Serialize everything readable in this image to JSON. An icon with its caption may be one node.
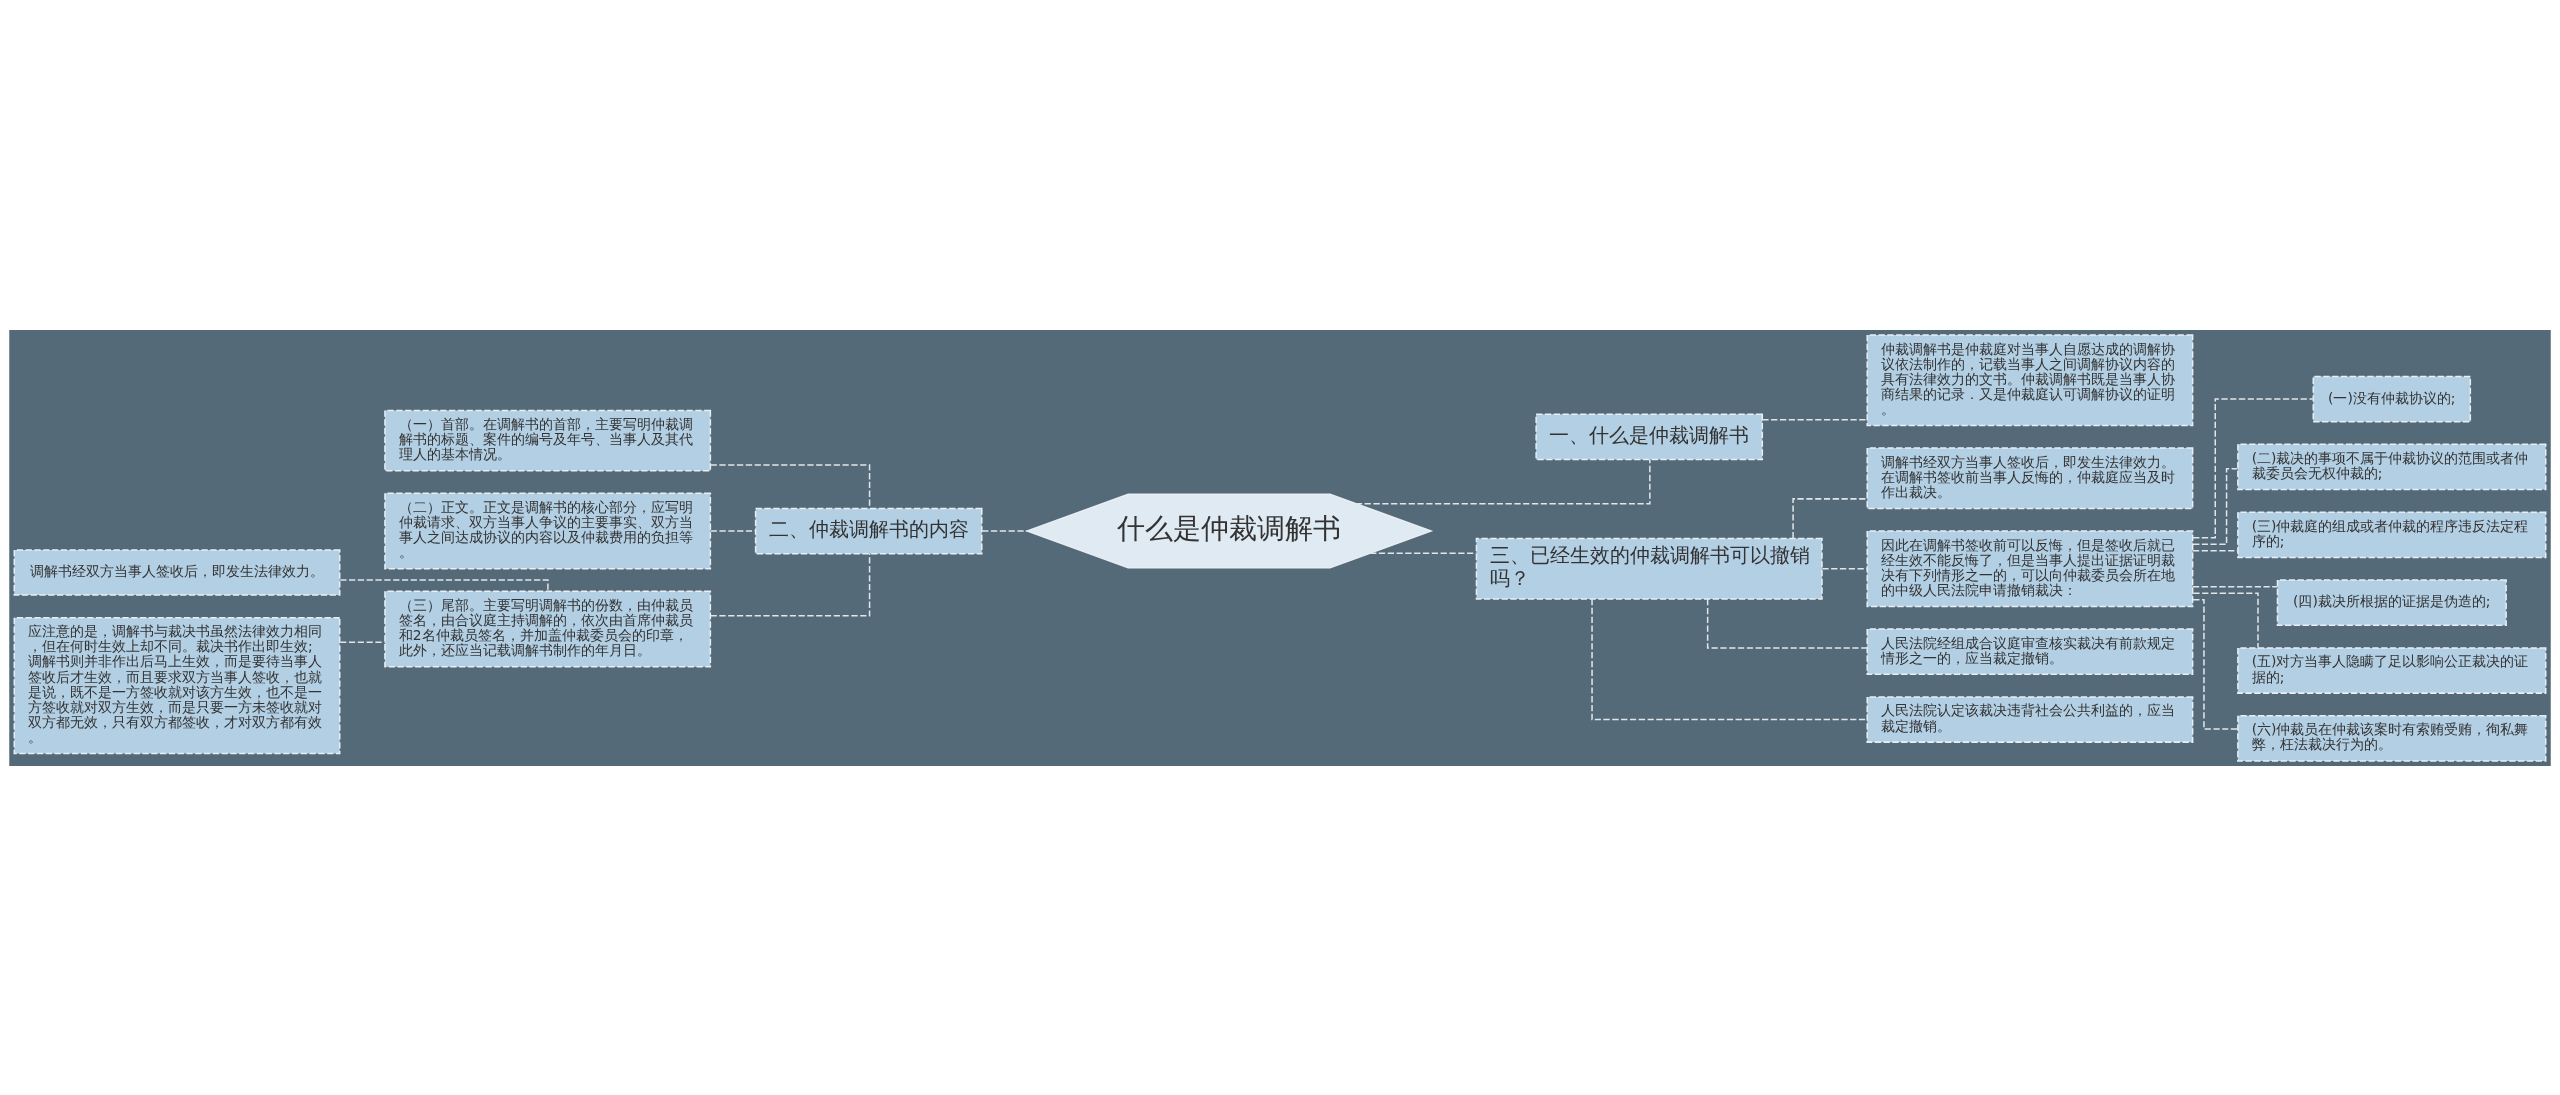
{
  "diagram": {
    "nodes": [
      {
        "text": [
          "什么是仲裁调解书"
        ]
      },
      {
        "text": [
          "一、什么是仲裁调解书"
        ]
      },
      {
        "text": [
          "仲裁调解书是仲裁庭对当事人自愿达成的调解协议依法制作的，记载当事人之间调解协议内容的具有法律效力的文书。仲裁调解书既是当事人协商结果的记录．又是仲裁庭认可调解协议的证明。"
        ]
      },
      {
        "text": [
          "二、仲裁调解书的内容"
        ]
      },
      {
        "text": [
          "（一）首部。在调解书的首部，主要写明仲裁调解书的标题、案件的编号及年号、当事人及其代理人的基本情况。"
        ]
      },
      {
        "text": [
          "（二）正文。正文是调解书的核心部分，应写明仲裁请求、双方当事人争议的主要事实、双方当事人之间达成协议的内容以及仲裁费用的负担等。"
        ]
      },
      {
        "text": [
          "（三）尾部。主要写明调解书的份数，由仲裁员签名，由合议庭主持调解的，依次由首席仲裁员和2名仲裁员签名，并加盖仲裁委员会的印章，此外，还应当记载调解书制作的年月日。"
        ]
      },
      {
        "text": [
          "调解书经双方当事人签收后，即发生法律效力。"
        ]
      },
      {
        "text": [
          "应注意的是，调解书与裁决书虽然法律效力相同，但在何时生效上却不同。裁决书作出即生效;调解书则并非作出后马上生效，而是要待当事人签收后才生效，而且要求双方当事人签收，也就是说，既不是一方签收就对该方生效，也不是一方签收就对双方生效，而是只要一方未签收就对双方都无效，只有双方都签收，才对双方都有效。"
        ]
      },
      {
        "text": [
          "三、已经生效的仲裁调解书可以撤销吗？"
        ]
      },
      {
        "text": [
          "调解书经双方当事人签收后，即发生法律效力。在调解书签收前当事人反悔的，仲裁庭应当及时作出裁决。"
        ]
      },
      {
        "text": [
          "因此在调解书签收前可以反悔，但是签收后就已经生效不能反悔了，但是当事人提出证据证明裁决有下列情形之一的，可以向仲裁委员会所在地的中级人民法院申请撤销裁决："
        ]
      },
      {
        "text": [
          "(一)没有仲裁协议的;"
        ]
      },
      {
        "text": [
          "(二)裁决的事项不属于仲裁协议的范围或者仲裁委员会无权仲裁的;"
        ]
      },
      {
        "text": [
          "(三)仲裁庭的组成或者仲裁的程序违反法定程序的;"
        ]
      },
      {
        "text": [
          "(四)裁决所根据的证据是伪造的;"
        ]
      },
      {
        "text": [
          "(五)对方当事人隐瞒了足以影响公正裁决的证据的;"
        ]
      },
      {
        "text": [
          "(六)仲裁员在仲裁该案时有索贿受贿，徇私舞弊，枉法裁决行为的。"
        ]
      },
      {
        "text": [
          "人民法院经组成合议庭审查核实裁决有前款规定情形之一的，应当裁定撤销。"
        ]
      },
      {
        "text": [
          "人民法院认定该裁决违背社会公共利益的，应当裁定撤销。"
        ]
      }
    ],
    "edges": [
      {
        "from": 0,
        "to": 1,
        "arrow": "none",
        "style": "dashed"
      },
      {
        "from": 1,
        "to": 2,
        "arrow": "none",
        "style": "dashed"
      },
      {
        "from": 0,
        "to": 3,
        "arrow": "none",
        "style": "dashed"
      },
      {
        "from": 3,
        "to": 4,
        "arrow": "none",
        "style": "dashed"
      },
      {
        "from": 3,
        "to": 5,
        "arrow": "none",
        "style": "dashed"
      },
      {
        "from": 3,
        "to": 6,
        "arrow": "none",
        "style": "dashed"
      },
      {
        "from": 6,
        "to": 7,
        "arrow": "none",
        "style": "dashed"
      },
      {
        "from": 6,
        "to": 8,
        "arrow": "none",
        "style": "dashed"
      },
      {
        "from": 0,
        "to": 9,
        "arrow": "none",
        "style": "dashed"
      },
      {
        "from": 9,
        "to": 10,
        "arrow": "none",
        "style": "dashed"
      },
      {
        "from": 9,
        "to": 11,
        "arrow": "none",
        "style": "dashed"
      },
      {
        "from": 11,
        "to": 12,
        "arrow": "none",
        "style": "dashed"
      },
      {
        "from": 11,
        "to": 13,
        "arrow": "none",
        "style": "dashed"
      },
      {
        "from": 11,
        "to": 14,
        "arrow": "none",
        "style": "dashed"
      },
      {
        "from": 11,
        "to": 15,
        "arrow": "none",
        "style": "dashed"
      },
      {
        "from": 11,
        "to": 16,
        "arrow": "none",
        "style": "dashed"
      },
      {
        "from": 11,
        "to": 17,
        "arrow": "none",
        "style": "dashed"
      },
      {
        "from": 9,
        "to": 18,
        "arrow": "none",
        "style": "dashed"
      },
      {
        "from": 9,
        "to": 19,
        "arrow": "none",
        "style": "dashed"
      }
    ]
  }
}
